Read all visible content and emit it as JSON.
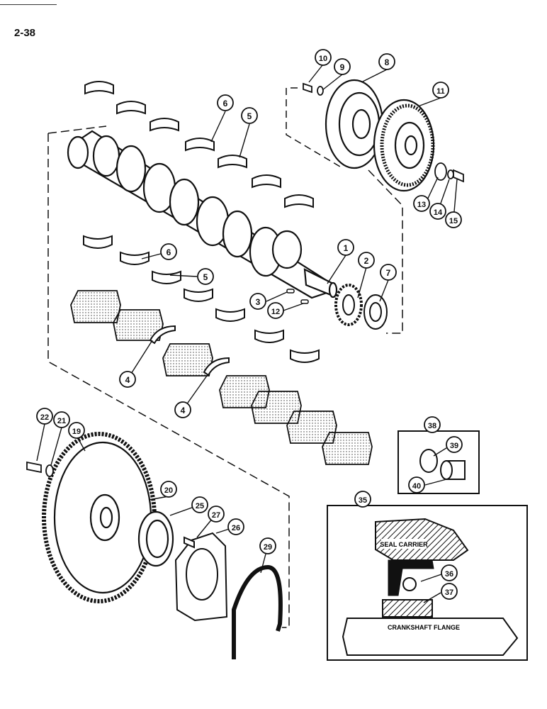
{
  "page": {
    "number": "2-38"
  },
  "callouts": {
    "c1": "1",
    "c2": "2",
    "c3": "3",
    "c4a": "4",
    "c4b": "4",
    "c5a": "5",
    "c5b": "5",
    "c6a": "6",
    "c6b": "6",
    "c7": "7",
    "c8": "8",
    "c9": "9",
    "c10": "10",
    "c11": "11",
    "c12": "12",
    "c13": "13",
    "c14": "14",
    "c15": "15",
    "c19": "19",
    "c20": "20",
    "c21": "21",
    "c22": "22",
    "c25": "25",
    "c26": "26",
    "c27": "27",
    "c29": "29",
    "c35": "35",
    "c36": "36",
    "c37": "37",
    "c38": "38",
    "c39": "39",
    "c40": "40"
  },
  "inset_seal": {
    "seal_carrier": "SEAL CARRIER",
    "crankshaft_flange": "CRANKSHAFT FLANGE"
  },
  "colors": {
    "ink": "#111111",
    "paper": "#ffffff",
    "shade": "#555555"
  }
}
